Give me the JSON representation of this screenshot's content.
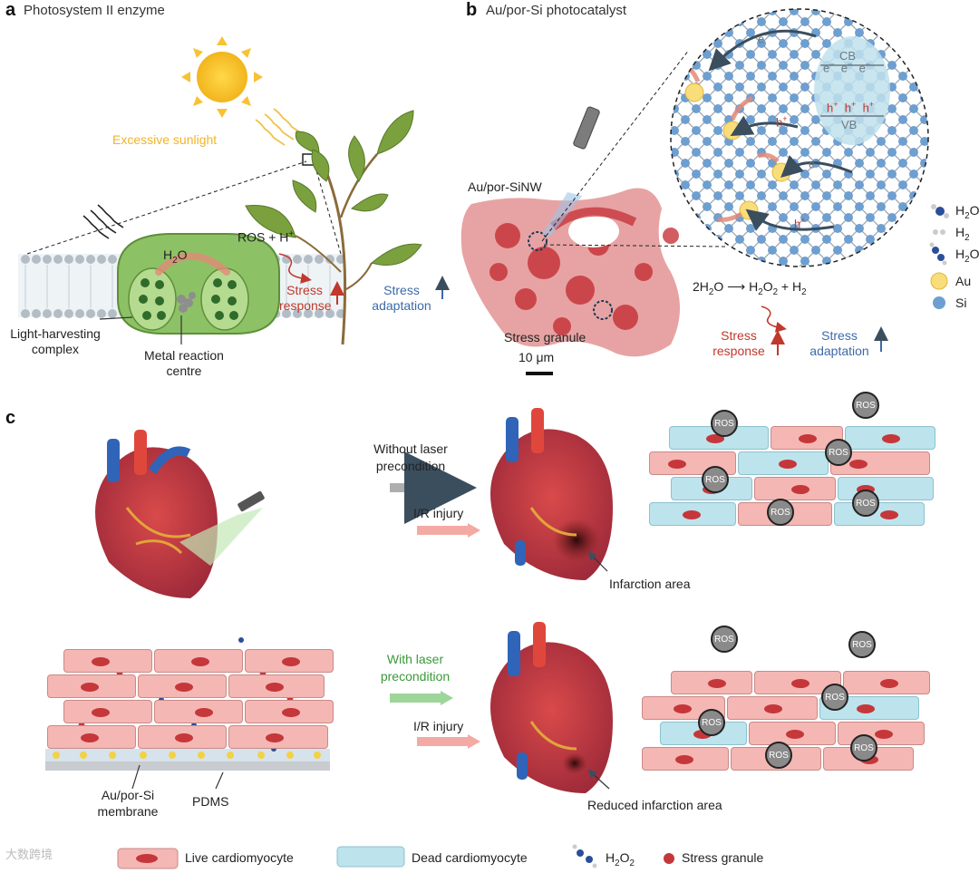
{
  "panel_a": {
    "letter": "a",
    "title": "Photosystem II enzyme",
    "excessive_sunlight": "Excessive sunlight",
    "h2o": "H",
    "h2o_sub": "2",
    "h2o_tail": "O",
    "ros_h": "ROS + H",
    "ros_h_sup": "+",
    "stress_response_1": "Stress",
    "stress_response_2": "response",
    "stress_adaptation_1": "Stress",
    "stress_adaptation_2": "adaptation",
    "light_harvesting_1": "Light-harvesting",
    "light_harvesting_2": "complex",
    "metal_reaction_1": "Metal reaction",
    "metal_reaction_2": "centre"
  },
  "panel_b": {
    "letter": "b",
    "title": "Au/por-Si photocatalyst",
    "au_por_sinw": "Au/por-SiNW",
    "stress_granule": "Stress granule",
    "scale_bar": "10 μm",
    "cb": "CB",
    "vb": "VB",
    "electron": "e",
    "electron_sup": "−",
    "hole": "h",
    "hole_sup": "+",
    "reaction_1": "2H",
    "reaction_2": "O",
    "reaction_arrow": "⟶",
    "reaction_3": "H",
    "reaction_4": "O",
    "reaction_5": " + H",
    "sub2": "2",
    "stress_response_1": "Stress",
    "stress_response_2": "response",
    "stress_adaptation_1": "Stress",
    "stress_adaptation_2": "adaptation",
    "legend": {
      "h2o_a": "H",
      "h2o_b": "O",
      "h2_a": "H",
      "h2o2_a": "H",
      "h2o2_b": "O",
      "au": "Au",
      "si": "Si"
    }
  },
  "panel_c": {
    "letter": "c",
    "without_laser_1": "Without laser",
    "without_laser_2": "precondition",
    "ir_injury_top": "I/R injury",
    "infarction_area": "Infarction area",
    "with_laser_1": "With laser",
    "with_laser_2": "precondition",
    "ir_injury_bottom": "I/R injury",
    "reduced_infarction": "Reduced infarction area",
    "membrane_1": "Au/por-Si",
    "membrane_2": "membrane",
    "pdms": "PDMS",
    "ros": "ROS"
  },
  "legend_bottom": {
    "live": "Live cardiomyocyte",
    "dead": "Dead cardiomyocyte",
    "h2o2_a": "H",
    "h2o2_sub": "2",
    "h2o2_b": "O",
    "stress_granule": "Stress granule"
  },
  "watermark": "大数跨境",
  "colors": {
    "live_cell": "#f4b7b4",
    "dead_cell": "#bde3ec",
    "nucleus": "#c5373a",
    "leaf_green": "#6f9e3a",
    "sun": "#f7c234",
    "stress_red": "#c0392b",
    "stress_blue": "#3d6aa8",
    "laser_green": "#3a9a3a"
  },
  "icons": [
    "sun-icon",
    "plant-icon",
    "laser-pen-icon",
    "heart-icon",
    "ros-icon",
    "h2o2-molecule-icon"
  ]
}
